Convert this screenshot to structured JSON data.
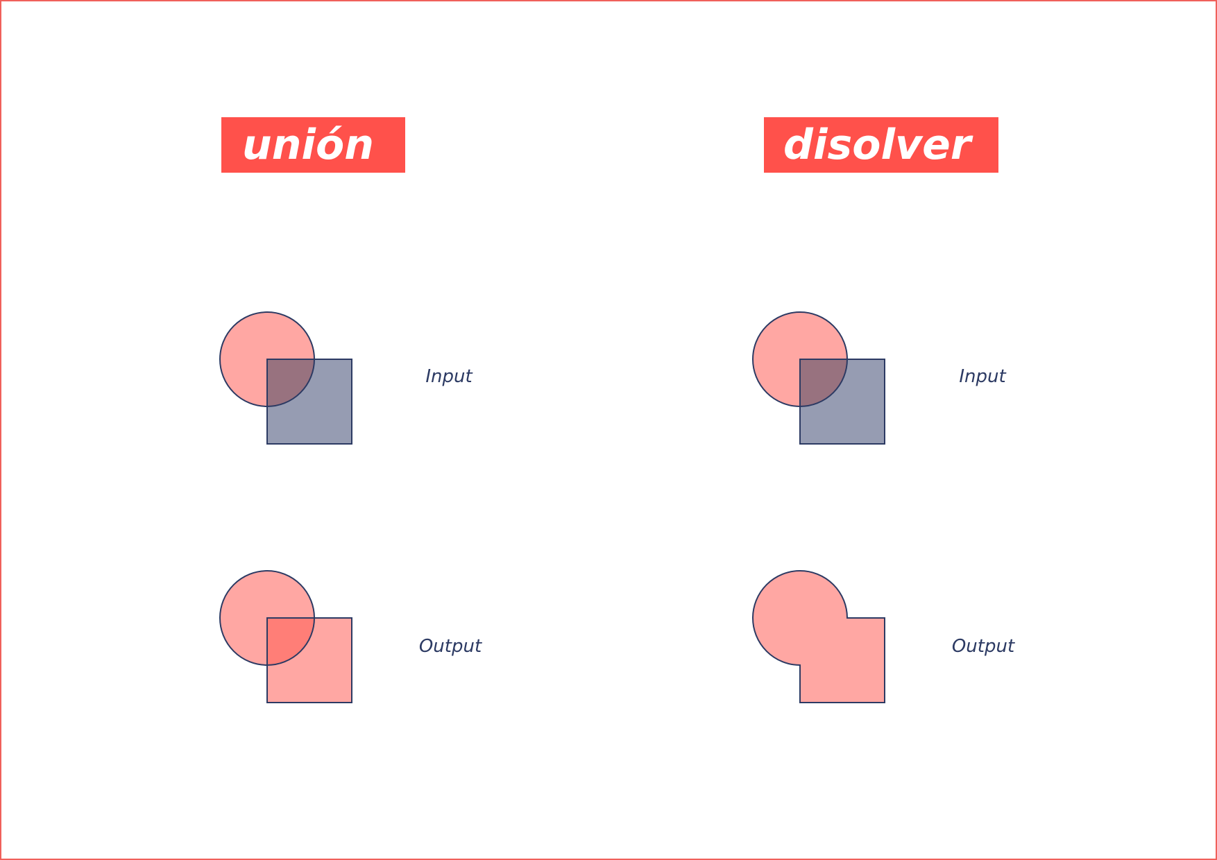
{
  "panels": {
    "union": {
      "title": "unión",
      "input_label": "Input",
      "output_label": "Output"
    },
    "dissolve": {
      "title": "disolver",
      "input_label": "Input",
      "output_label": "Output"
    }
  },
  "colors": {
    "accent": "#ff514b",
    "frame": "#f0605a",
    "circle_fill": "#ffa7a3",
    "square_fill": "#969cb2",
    "overlap_input": "#98727f",
    "overlap_output": "#ff7e77",
    "stroke": "#2c3a63"
  }
}
